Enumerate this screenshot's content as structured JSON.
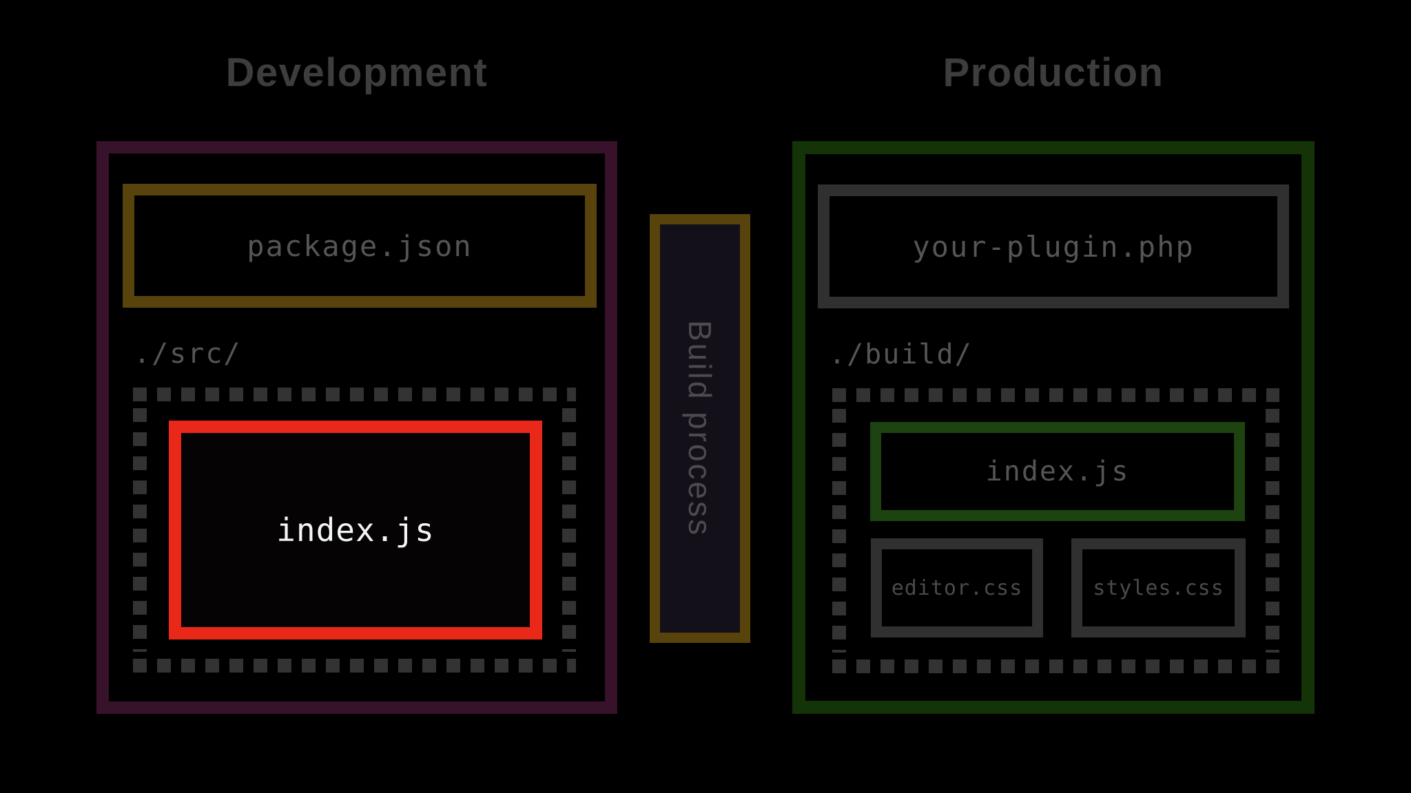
{
  "colors": {
    "bg": "#000000",
    "title-text": "#3d3d3d",
    "dev-border": "#38122a",
    "prod-border": "#143307",
    "olive-border": "#57430b",
    "gray-border": "#303030",
    "dash": "#333333",
    "red-accent": "#e9281a",
    "green-accent": "#1c4310",
    "file-text": "#555555",
    "dim-file-text": "#4a4a4a",
    "white-text": "#f5f5f5",
    "build-text": "#4b4b50",
    "build-bg": "#14101a"
  },
  "development": {
    "title": "Development",
    "package_file": "package.json",
    "src_folder": "./src/",
    "index_file": "index.js"
  },
  "build_process": {
    "label": "Build process"
  },
  "production": {
    "title": "Production",
    "plugin_file": "your-plugin.php",
    "build_folder": "./build/",
    "index_file": "index.js",
    "editor_css_file": "editor.css",
    "styles_css_file": "styles.css"
  }
}
